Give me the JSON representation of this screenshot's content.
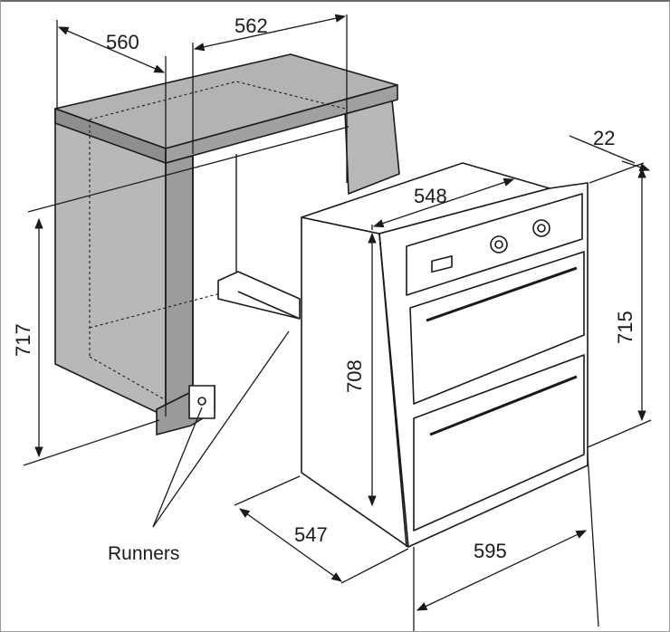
{
  "diagram": {
    "dimensions": {
      "cabinet_depth": "560",
      "cabinet_width": "562",
      "cabinet_height": "717",
      "oven_depth_top": "548",
      "oven_panel_thickness": "22",
      "oven_body_height": "708",
      "oven_front_height": "715",
      "oven_depth": "547",
      "oven_width": "595"
    },
    "labels": {
      "runners": "Runners"
    },
    "colors": {
      "line": "#1a1a1a",
      "cabinet_fill": "#b8b8b8",
      "cabinet_dark": "#8e8e8e",
      "oven_fill": "#ffffff"
    }
  }
}
